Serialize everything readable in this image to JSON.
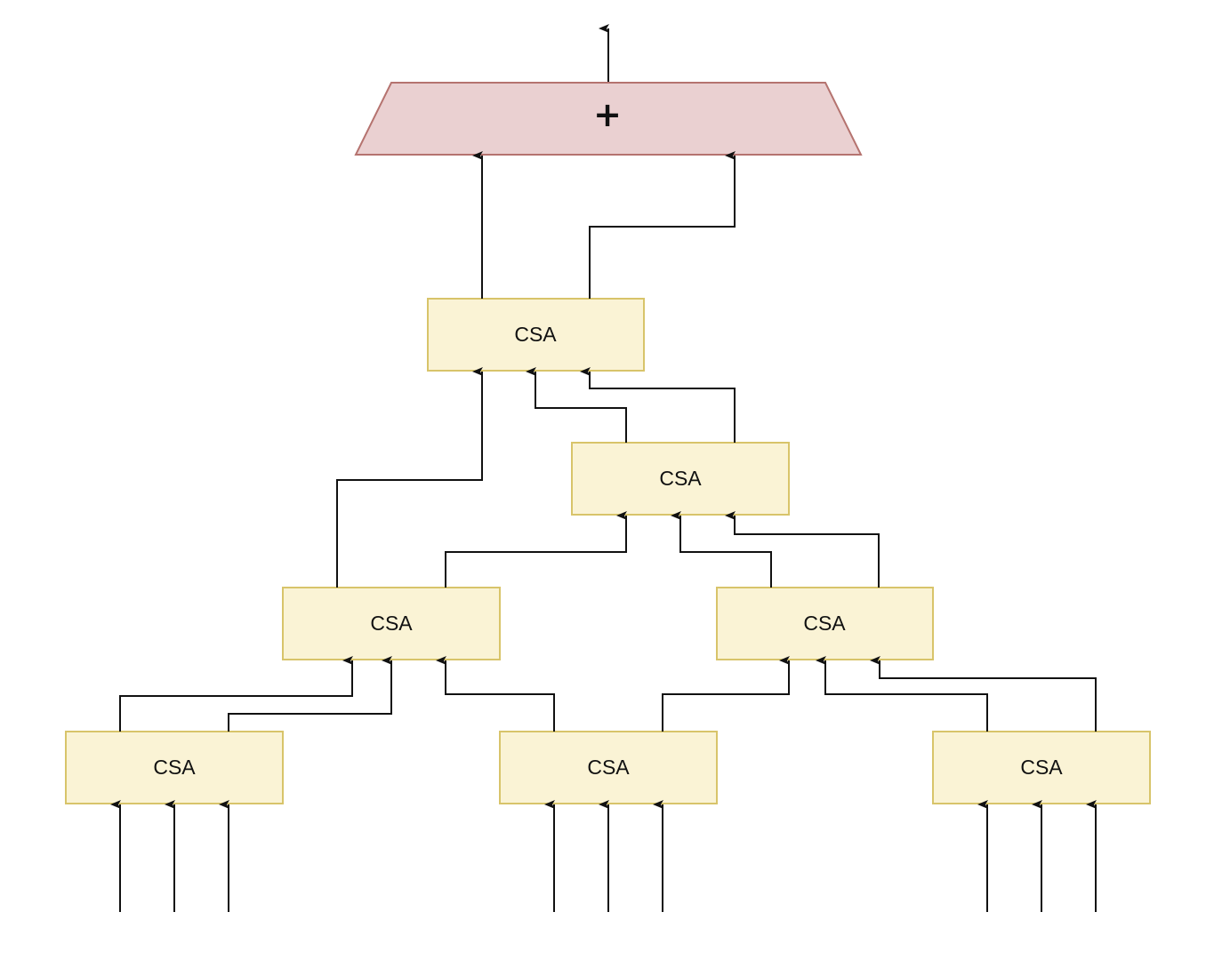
{
  "adder": {
    "label": "+"
  },
  "csa_blocks": [
    {
      "id": "csa-top",
      "label": "CSA"
    },
    {
      "id": "csa-mid",
      "label": "CSA"
    },
    {
      "id": "csa-left",
      "label": "CSA"
    },
    {
      "id": "csa-right",
      "label": "CSA"
    },
    {
      "id": "csa-bottom-left",
      "label": "CSA"
    },
    {
      "id": "csa-bottom-center",
      "label": "CSA"
    },
    {
      "id": "csa-bottom-right",
      "label": "CSA"
    }
  ],
  "colors": {
    "csa_fill": "#faf3d5",
    "csa_stroke": "#d8c46a",
    "adder_fill": "#ead0d1",
    "adder_stroke": "#b5736f",
    "wire": "#111111"
  }
}
